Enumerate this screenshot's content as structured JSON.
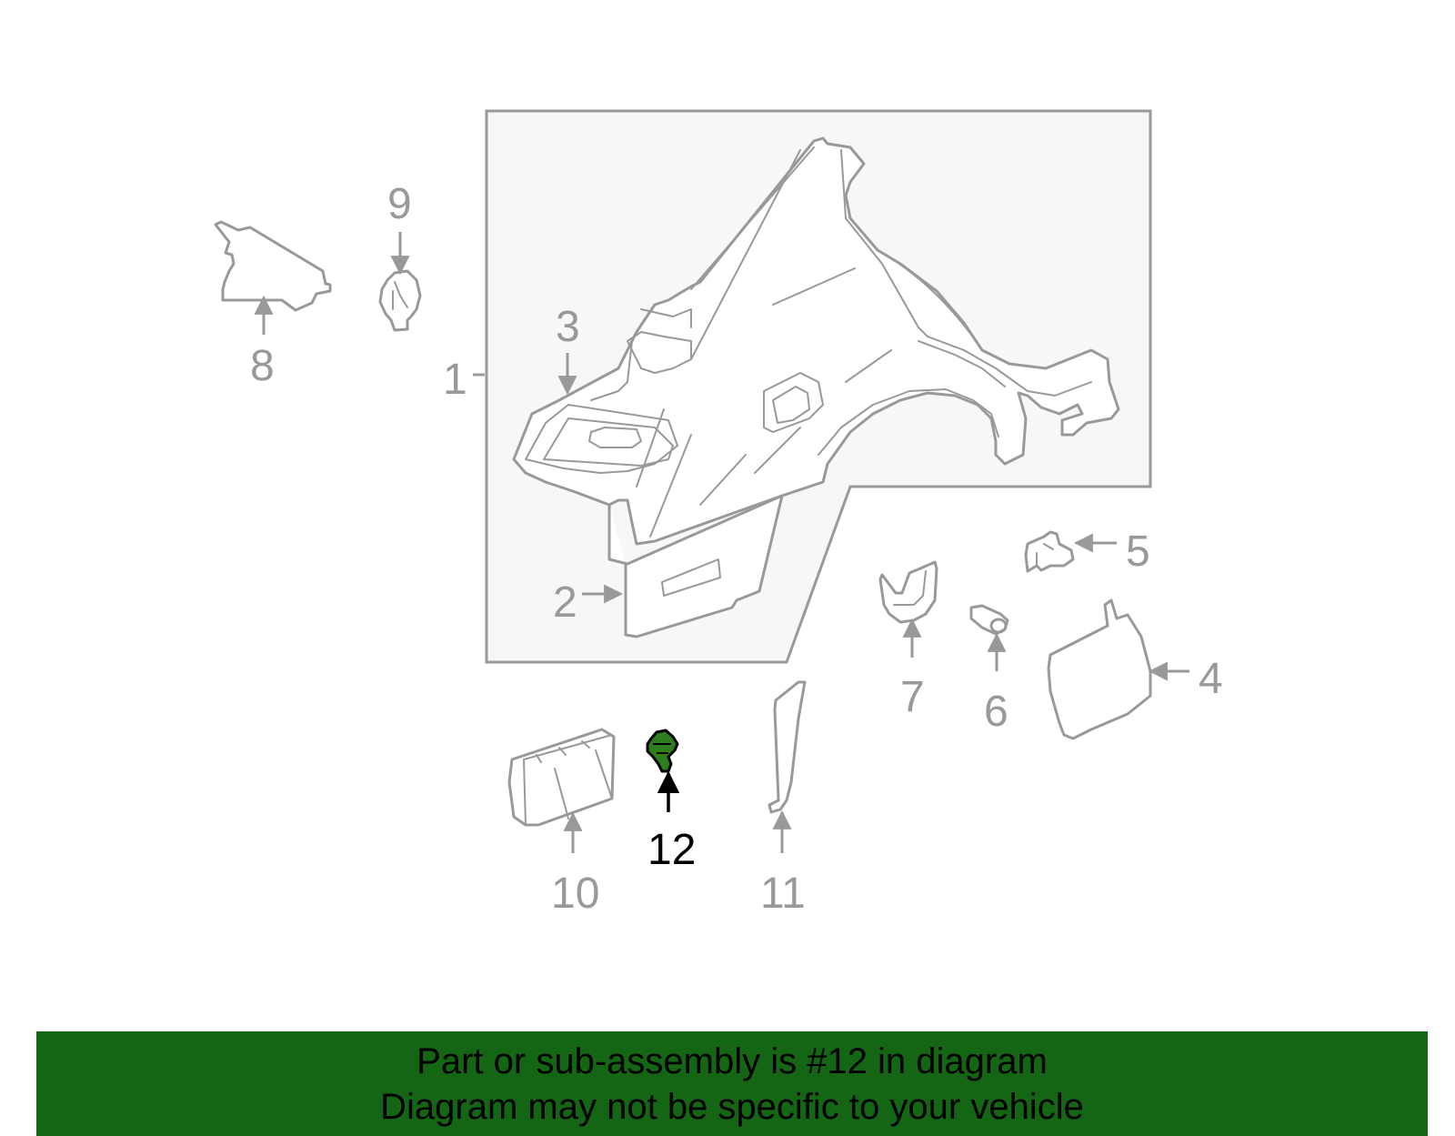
{
  "diagram": {
    "callouts": {
      "c1": "1",
      "c2": "2",
      "c3": "3",
      "c4": "4",
      "c5": "5",
      "c6": "6",
      "c7": "7",
      "c8": "8",
      "c9": "9",
      "c10": "10",
      "c11": "11",
      "c12": "12"
    },
    "highlighted_part": "12",
    "colors": {
      "line_art": "#999999",
      "assembly_box_fill": "#f7f7f7",
      "highlight_part": "#2e7d1e",
      "banner": "#146614",
      "banner_text": "#000000"
    }
  },
  "banner": {
    "line1": "Part or sub-assembly is #12 in diagram",
    "line2": "Diagram may not be specific to your vehicle"
  }
}
